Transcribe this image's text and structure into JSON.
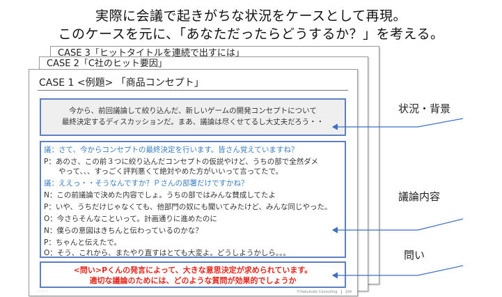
{
  "heading": {
    "line1": "実際に会議で起きがちな状況をケースとして再現。",
    "line2": "このケースを元に、「あなただったらどうするか？」を考える。"
  },
  "cards": {
    "back3_title": "CASE 3「ヒットタイトルを連続で出すには」",
    "back2_title": "CASE 2「C社のヒット要因」",
    "main_title": "CASE 1 <例題> 「商品コンセプト」"
  },
  "situation": {
    "line1": "今から、前回議論して絞り込んだ、新しいゲームの開発コンセプトについて",
    "line2": "最終決定するディスカッションだ。まあ、議論は尽くせてるし大丈夫だろう・・"
  },
  "discussion": [
    {
      "text": "議：さて、今からコンセプトの最終決定を行います。皆さん覚えていますね？",
      "facilitator": true
    },
    {
      "text": "P：あのさ、この前３つに絞り込んだコンセプトの仮説やけど、うちの部で全然ダメ",
      "facilitator": false
    },
    {
      "text": "　　やって、、、すっごく評判悪くて絶対やめた方がいいって言ってたで。",
      "facilitator": false
    },
    {
      "text": "議：ええっ・・そうなんですか？Ｐさんの部署だけですかね？",
      "facilitator": true
    },
    {
      "text": "N：この前議論で決めた内容でしょ。うちの部ではみんな賛成してたよ",
      "facilitator": false
    },
    {
      "text": "P：いや、うちだけじゃなくても、他部門の奴にも聞いてみたけど、みんな同じやった。",
      "facilitator": false
    },
    {
      "text": "O：今さらそんなこといって。計画通りに進めたのに",
      "facilitator": false
    },
    {
      "text": "N：僕らの意図はきちんと伝わっているのかな？",
      "facilitator": false
    },
    {
      "text": "P：ちゃんと伝えたで。",
      "facilitator": false
    },
    {
      "text": "O：そう、これから、またやり直すはとても大変よ。どうしようかしら。。。",
      "facilitator": false
    }
  ],
  "question": {
    "line1": "<問い>Pくんの発言によって、大きな意思決定が求められています。",
    "line2": "適切な議論のためには、どのような質問が効果的でしょうか"
  },
  "footer": {
    "copyright": "©Hakuhodo Consulting",
    "page": "104"
  },
  "labels": {
    "situation": "状況・背景",
    "discussion": "議論内容",
    "question": "問い"
  },
  "colors": {
    "box_border": "#5b7fc0",
    "facilitator_text": "#3a7fc4",
    "question_text": "#e3261b",
    "arrow": "#3f6fc0"
  }
}
